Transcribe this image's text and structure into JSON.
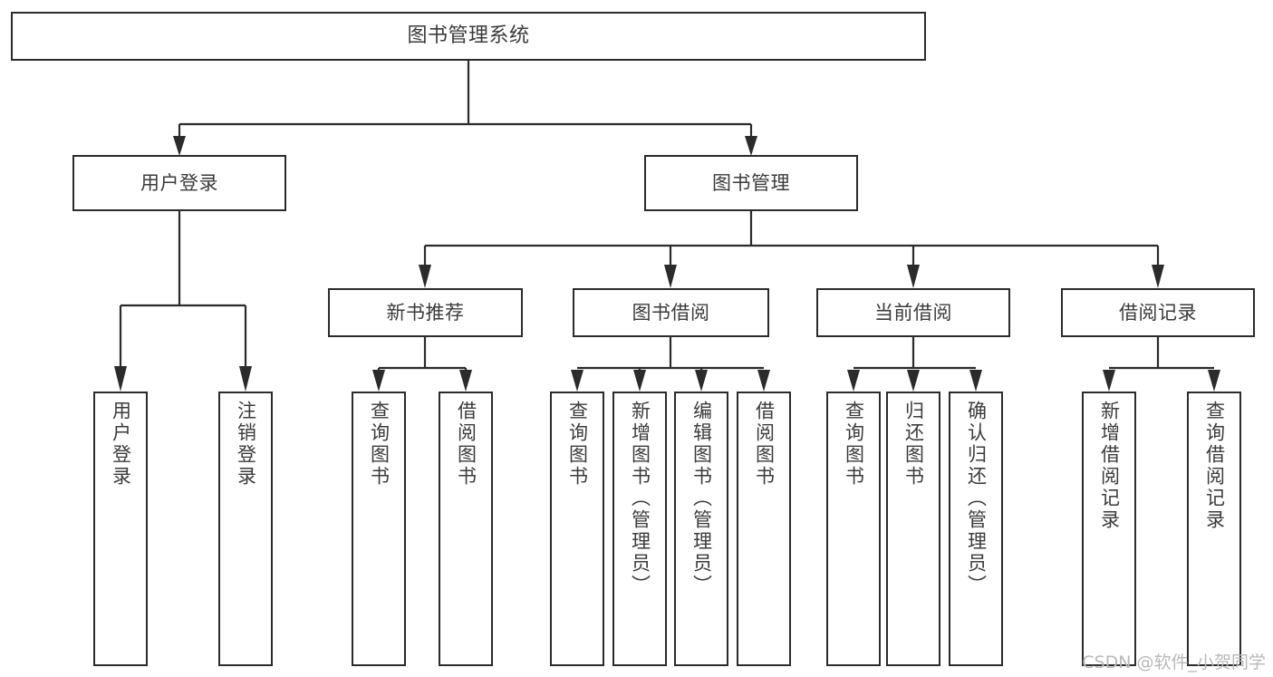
{
  "diagram": {
    "type": "tree",
    "title": "图书管理系统",
    "watermark": "CSDN @软件_小贺同学",
    "root": {
      "id": "root",
      "label": "图书管理系统"
    },
    "level2": [
      {
        "id": "user-login",
        "label": "用户登录"
      },
      {
        "id": "book-manage",
        "label": "图书管理"
      }
    ],
    "level3": [
      {
        "id": "new-book-rec",
        "label": "新书推荐",
        "parent": "book-manage"
      },
      {
        "id": "book-borrow",
        "label": "图书借阅",
        "parent": "book-manage"
      },
      {
        "id": "current-borrow",
        "label": "当前借阅",
        "parent": "book-manage"
      },
      {
        "id": "borrow-record",
        "label": "借阅记录",
        "parent": "book-manage"
      }
    ],
    "leaves": [
      {
        "id": "leaf-user-login",
        "label": "用户登录",
        "parent": "user-login"
      },
      {
        "id": "leaf-logout-login",
        "label": "注销登录",
        "parent": "user-login"
      },
      {
        "id": "leaf-query-book-1",
        "label": "查询图书",
        "parent": "new-book-rec"
      },
      {
        "id": "leaf-borrow-book-1",
        "label": "借阅图书",
        "parent": "new-book-rec"
      },
      {
        "id": "leaf-query-book-2",
        "label": "查询图书",
        "parent": "book-borrow"
      },
      {
        "id": "leaf-add-book",
        "label": "新增图书（管理员）",
        "parent": "book-borrow"
      },
      {
        "id": "leaf-edit-book",
        "label": "编辑图书（管理员）",
        "parent": "book-borrow"
      },
      {
        "id": "leaf-borrow-book-2",
        "label": "借阅图书",
        "parent": "book-borrow"
      },
      {
        "id": "leaf-query-book-3",
        "label": "查询图书",
        "parent": "current-borrow"
      },
      {
        "id": "leaf-return-book",
        "label": "归还图书",
        "parent": "current-borrow"
      },
      {
        "id": "leaf-confirm-return",
        "label": "确认归还（管理员）",
        "parent": "current-borrow"
      },
      {
        "id": "leaf-add-record",
        "label": "新增借阅记录",
        "parent": "borrow-record"
      },
      {
        "id": "leaf-query-record",
        "label": "查询借阅记录",
        "parent": "borrow-record"
      }
    ],
    "colors": {
      "box_border": "#2b2b2b",
      "box_fill": "#ffffff",
      "text": "#3b3b3b",
      "connector": "#2b2b2b",
      "watermark": "#b9b9b9",
      "background": "#ffffff"
    }
  }
}
